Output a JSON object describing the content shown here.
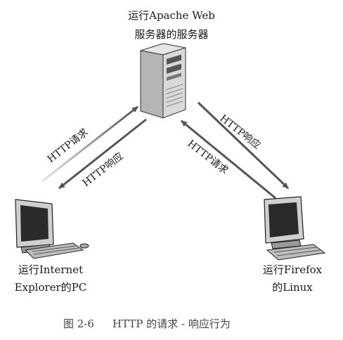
{
  "server": {
    "label_line1": "运行Apache Web",
    "label_line2": "服务器的服务器"
  },
  "client_left": {
    "label_line1": "运行Internet",
    "label_line2": "Explorer的PC"
  },
  "client_right": {
    "label_line1": "运行Firefox",
    "label_line2": "的Linux"
  },
  "arrows": {
    "left_request": "HTTP请求",
    "left_response": "HTTP响应",
    "right_response": "HTTP响应",
    "right_request": "HTTP请求"
  },
  "caption": {
    "figure_number": "图 2-6",
    "text": "HTTP 的请求 - 响应行为"
  },
  "colors": {
    "arrow": "#555555",
    "device_body": "#c8c8c8",
    "device_dark": "#2a2a2a"
  }
}
